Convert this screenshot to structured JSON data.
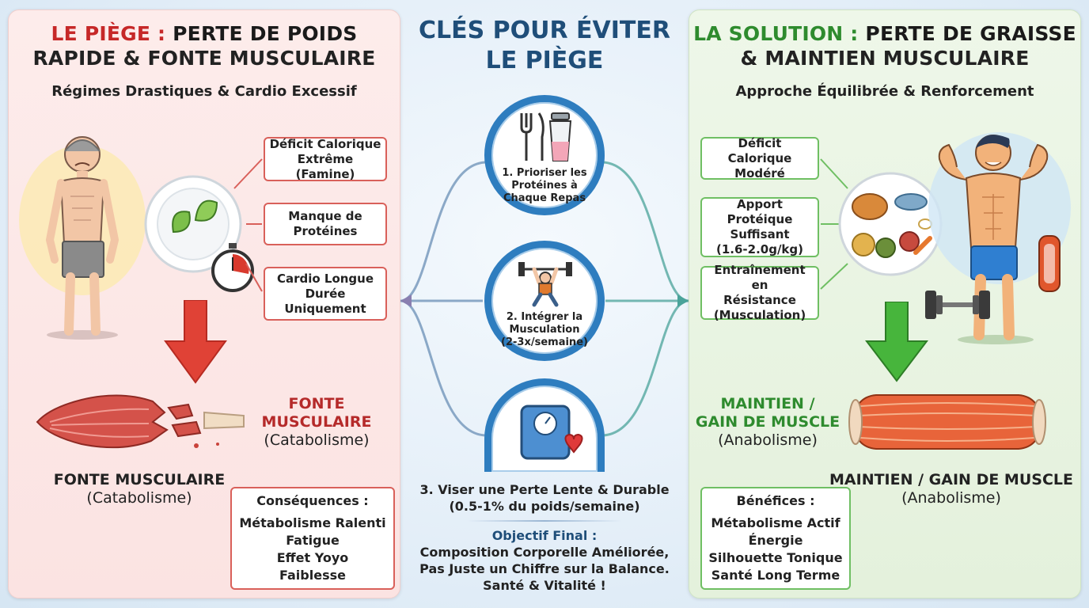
{
  "center": {
    "title_line1": "CLÉS POUR ÉVITER",
    "title_line2": "LE PIÈGE",
    "steps": [
      {
        "line1": "1. Prioriser les",
        "line2": "Protéines à",
        "line3": "Chaque Repas"
      },
      {
        "line1": "2. Intégrer la",
        "line2": "Musculation",
        "line3": "(2-3x/semaine)"
      },
      {
        "line1": "3. Viser une Perte Lente & Durable",
        "line2": "(0.5-1% du poids/semaine)"
      }
    ],
    "goal_label": "Objectif Final :",
    "goal_lines": [
      "Composition Corporelle Améliorée,",
      "Pas Juste un Chiffre sur la Balance.",
      "Santé & Vitalité !"
    ]
  },
  "left": {
    "title_hl": "LE PIÈGE :",
    "title_rest": "PERTE DE POIDS",
    "title_line2": "RAPIDE & FONTE MUSCULAIRE",
    "subtitle": "Régimes Drastiques & Cardio Excessif",
    "causes": [
      {
        "line1": "Déficit Calorique",
        "line2": "Extrême (Famine)"
      },
      {
        "line1": "Manque de",
        "line2": "Protéines"
      },
      {
        "line1": "Cardio Longue",
        "line2": "Durée",
        "line3": "Uniquement"
      }
    ],
    "result_label_line1": "FONTE",
    "result_label_line2": "MUSCULAIRE",
    "result_label_line3": "(Catabolisme)",
    "bottom_label_line1": "FONTE MUSCULAIRE",
    "bottom_label_line2": "(Catabolisme)",
    "consequences_title": "Conséquences :",
    "consequences": [
      "Métabolisme Ralenti",
      "Fatigue",
      "Effet Yoyo",
      "Faiblesse"
    ]
  },
  "right": {
    "title_hl": "LA SOLUTION :",
    "title_rest": "PERTE DE GRAISSE",
    "title_line2": "& MAINTIEN MUSCULAIRE",
    "subtitle": "Approche Équilibrée & Renforcement",
    "causes": [
      {
        "line1": "Déficit Calorique",
        "line2": "Modéré"
      },
      {
        "line1": "Apport Protéique",
        "line2": "Suffisant",
        "line3": "(1.6-2.0g/kg)"
      },
      {
        "line1": "Entraînement en",
        "line2": "Résistance",
        "line3": "(Musculation)"
      }
    ],
    "result_label_line1": "MAINTIEN /",
    "result_label_line2": "GAIN DE MUSCLE",
    "result_label_line3": "(Anabolisme)",
    "bottom_label_line1": "MAINTIEN / GAIN DE MUSCLE",
    "bottom_label_line2": "(Anabolisme)",
    "benefits_title": "Bénéfices :",
    "benefits": [
      "Métabolisme Actif",
      "Énergie",
      "Silhouette Tonique",
      "Santé Long Terme"
    ]
  },
  "colors": {
    "trap_red": "#c62828",
    "solution_green": "#2e8b2e",
    "center_blue": "#1f4e79",
    "ring_blue": "#2e7dbf"
  },
  "icons": {
    "left_figure": "thin-worried-man-icon",
    "plate": "lettuce-plate-icon",
    "timer": "stopwatch-icon",
    "step1": "fork-knife-shaker-icon",
    "step2": "weightlifter-icon",
    "step3": "scale-heart-icon",
    "right_figure": "muscular-man-icon",
    "balanced_plate": "balanced-meal-plate-icon",
    "dumbbell": "dumbbell-icon"
  }
}
